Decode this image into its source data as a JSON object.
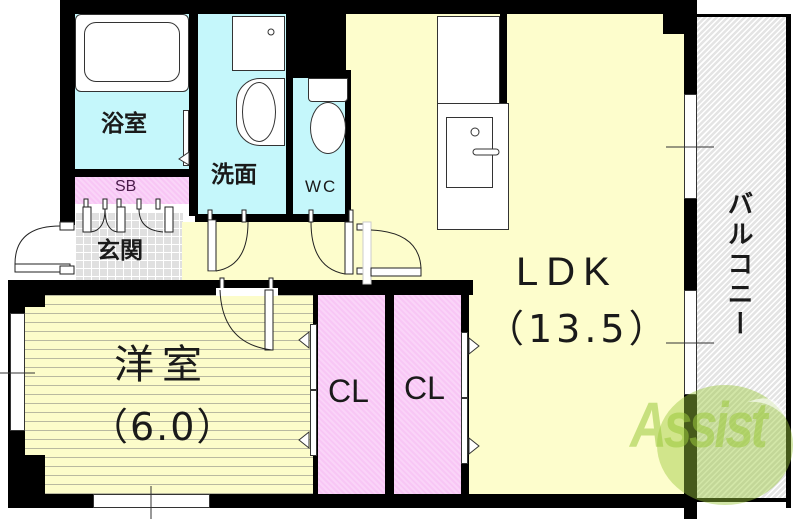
{
  "floorplan": {
    "rooms": {
      "bathroom": {
        "label": "浴室"
      },
      "washroom": {
        "label": "洗面"
      },
      "toilet": {
        "label": "WC"
      },
      "shoe_box": {
        "label": "SB"
      },
      "entrance": {
        "label": "玄関"
      },
      "ldk": {
        "label": "LDK",
        "size": "（13.5）"
      },
      "western_room": {
        "label": "洋室",
        "size": "（6.0）"
      },
      "closet_1": {
        "label": "CL"
      },
      "closet_2": {
        "label": "CL"
      },
      "balcony": {
        "label": "バルコニー"
      }
    },
    "colors": {
      "wall": "#000000",
      "ldk_floor": "#fdfdcc",
      "wet_area": "#c5f7fb",
      "closet": "#f8c6f5",
      "entrance_tile": "#e0e0e0",
      "balcony": "#e4e4e4",
      "watermark": "#9bc83c"
    },
    "watermark": {
      "text": "Assist"
    }
  }
}
